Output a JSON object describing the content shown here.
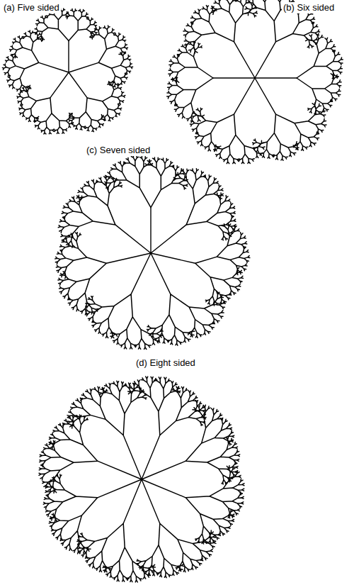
{
  "diagram": {
    "labels": [
      "(a) Five sided",
      "(b) Six sided",
      "(c) Seven sided",
      "(d) Eight sided"
    ]
  }
}
